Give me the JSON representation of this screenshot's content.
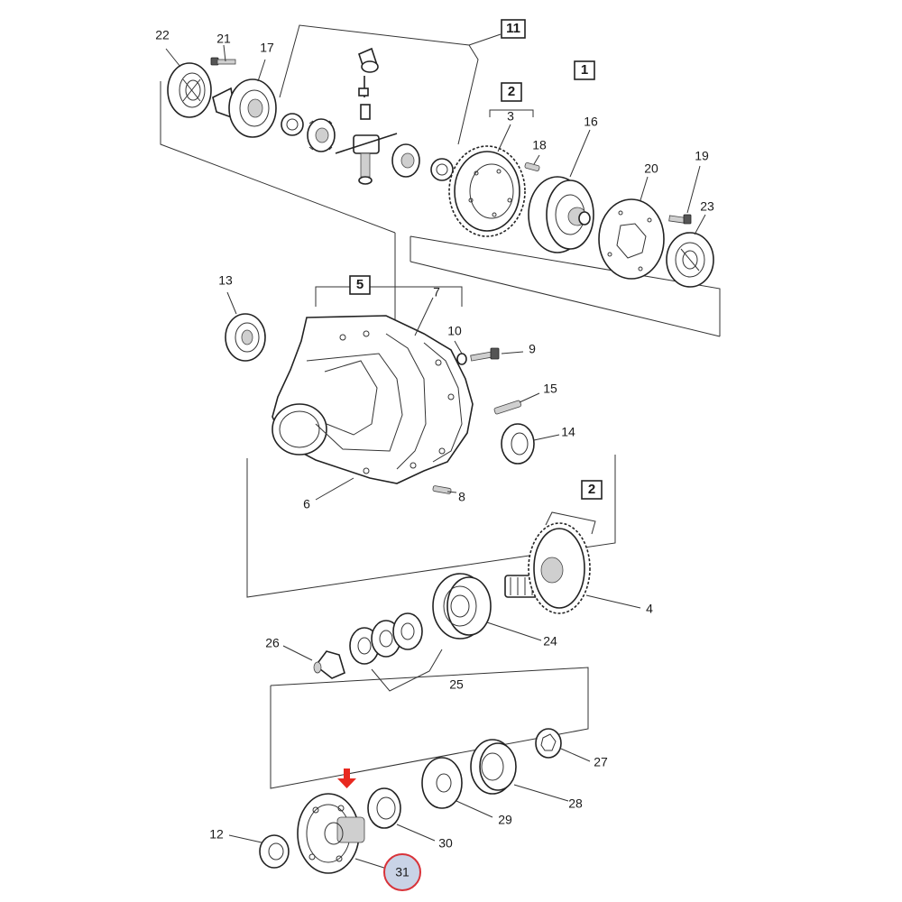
{
  "diagram": {
    "part_numbers": [
      "1",
      "2",
      "3",
      "4",
      "5",
      "6",
      "7",
      "8",
      "9",
      "10",
      "11",
      "12",
      "13",
      "14",
      "15",
      "16",
      "17",
      "18",
      "19",
      "20",
      "21",
      "22",
      "23",
      "24",
      "25",
      "26",
      "27",
      "28",
      "29",
      "30",
      "31"
    ],
    "group_boxes": [
      "11",
      "1",
      "2",
      "5",
      "2"
    ],
    "highlighted_part": "31",
    "colors": {
      "line": "#333333",
      "highlight_arrow": "#e8281f",
      "highlight_circle_fill": "#c9d3e6",
      "highlight_circle_stroke": "#d8333a"
    }
  }
}
